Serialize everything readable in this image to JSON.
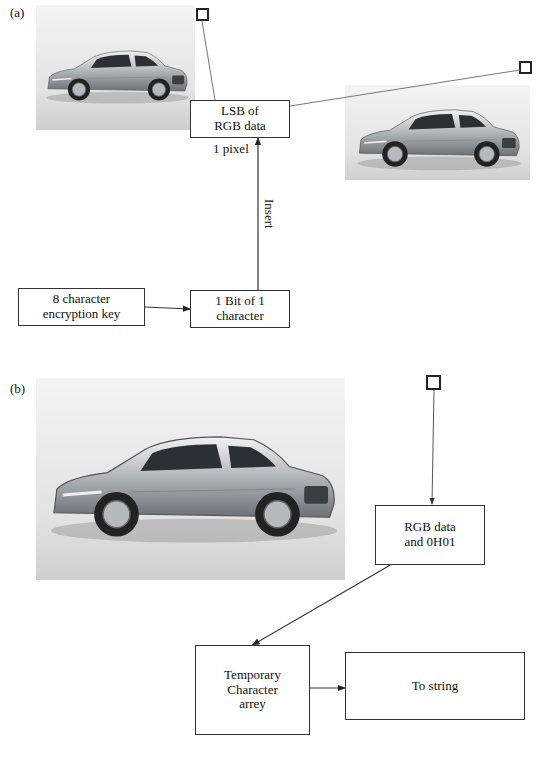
{
  "diagram": {
    "nodes": [
      {
        "text": [
          "LSB of RGB data"
        ]
      },
      {
        "text": [
          "8 character encryption key"
        ]
      },
      {
        "text": [
          "1 Bit of 1 character"
        ]
      },
      {
        "text": [
          "RGB data and 0H01"
        ]
      },
      {
        "text": [
          "Temporary Character arrey"
        ]
      },
      {
        "text": [
          "To string"
        ]
      }
    ],
    "edges": [
      {
        "from": 1,
        "to": 2,
        "arrow": "to"
      },
      {
        "from": 2,
        "to": 0,
        "arrow": "to",
        "label": "Insert"
      },
      {
        "from": 3,
        "to": 4,
        "arrow": "to"
      },
      {
        "from": 4,
        "to": 5,
        "arrow": "to"
      }
    ],
    "labels": [
      "(a)",
      "1 pixel",
      "(b)"
    ]
  }
}
